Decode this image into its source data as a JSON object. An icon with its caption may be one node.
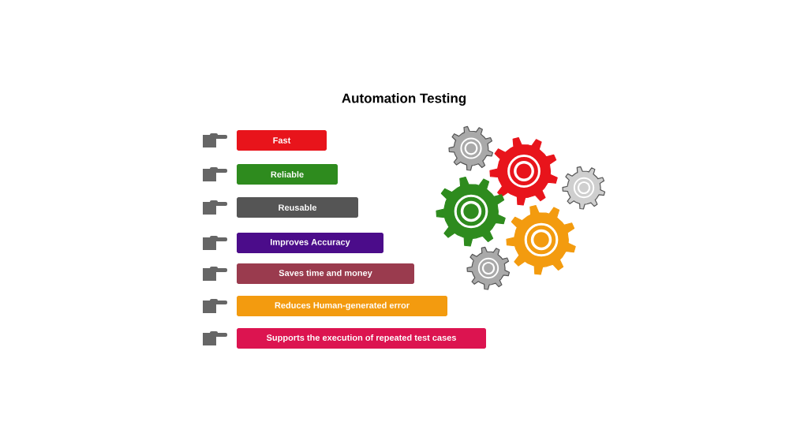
{
  "diagram": {
    "title": "Automation Testing",
    "nodes": [
      {
        "text": [
          "Fast"
        ]
      },
      {
        "text": [
          "Reliable"
        ]
      },
      {
        "text": [
          "Reusable"
        ]
      },
      {
        "text": [
          "Improves Accuracy"
        ]
      },
      {
        "text": [
          "Saves time and money"
        ]
      },
      {
        "text": [
          "Reduces Human-generated error"
        ]
      },
      {
        "text": [
          "Supports the execution of repeated test cases"
        ]
      }
    ]
  }
}
